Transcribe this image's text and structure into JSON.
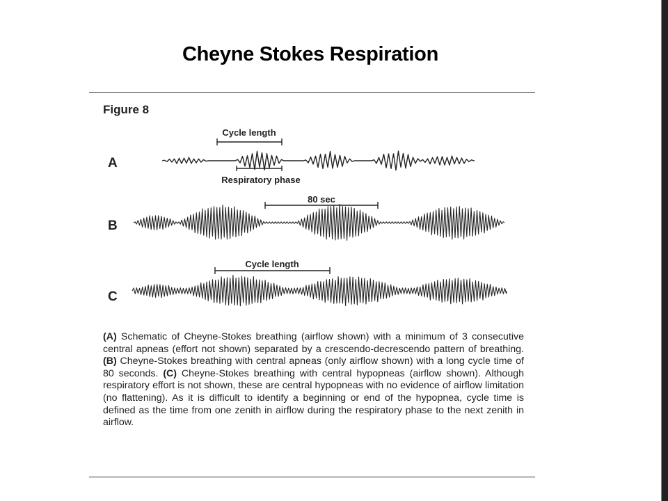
{
  "slide": {
    "title": "Cheyne Stokes Respiration"
  },
  "figure": {
    "label": "Figure 8",
    "panels": [
      {
        "id": "A",
        "annotations": [
          "Cycle length",
          "Respiratory phase"
        ]
      },
      {
        "id": "B",
        "annotations": [
          "80 sec"
        ]
      },
      {
        "id": "C",
        "annotations": [
          "Cycle length"
        ]
      }
    ],
    "caption": {
      "label_a": "(A)",
      "text_a": " Schematic of Cheyne-Stokes breathing (airflow shown) with a minimum of 3 consecutive central apneas (effort not shown) separated by a crescendo-decrescendo pattern of breathing. ",
      "label_b": "(B)",
      "text_b": " Cheyne-Stokes breathing with central apneas (only airflow shown) with a long cycle time of 80 seconds. ",
      "label_c": "(C)",
      "text_c": " Cheyne-Stokes breathing with central hypopneas (airflow shown). Although respiratory effort is not shown, these are central hypopneas with no evidence of airflow limitation (no flattening). As it is difficult to identify a beginning or end of the hypopnea, cycle time is defined as the time from one zenith in airflow during the respiratory phase to the next zenith in airflow."
    }
  }
}
